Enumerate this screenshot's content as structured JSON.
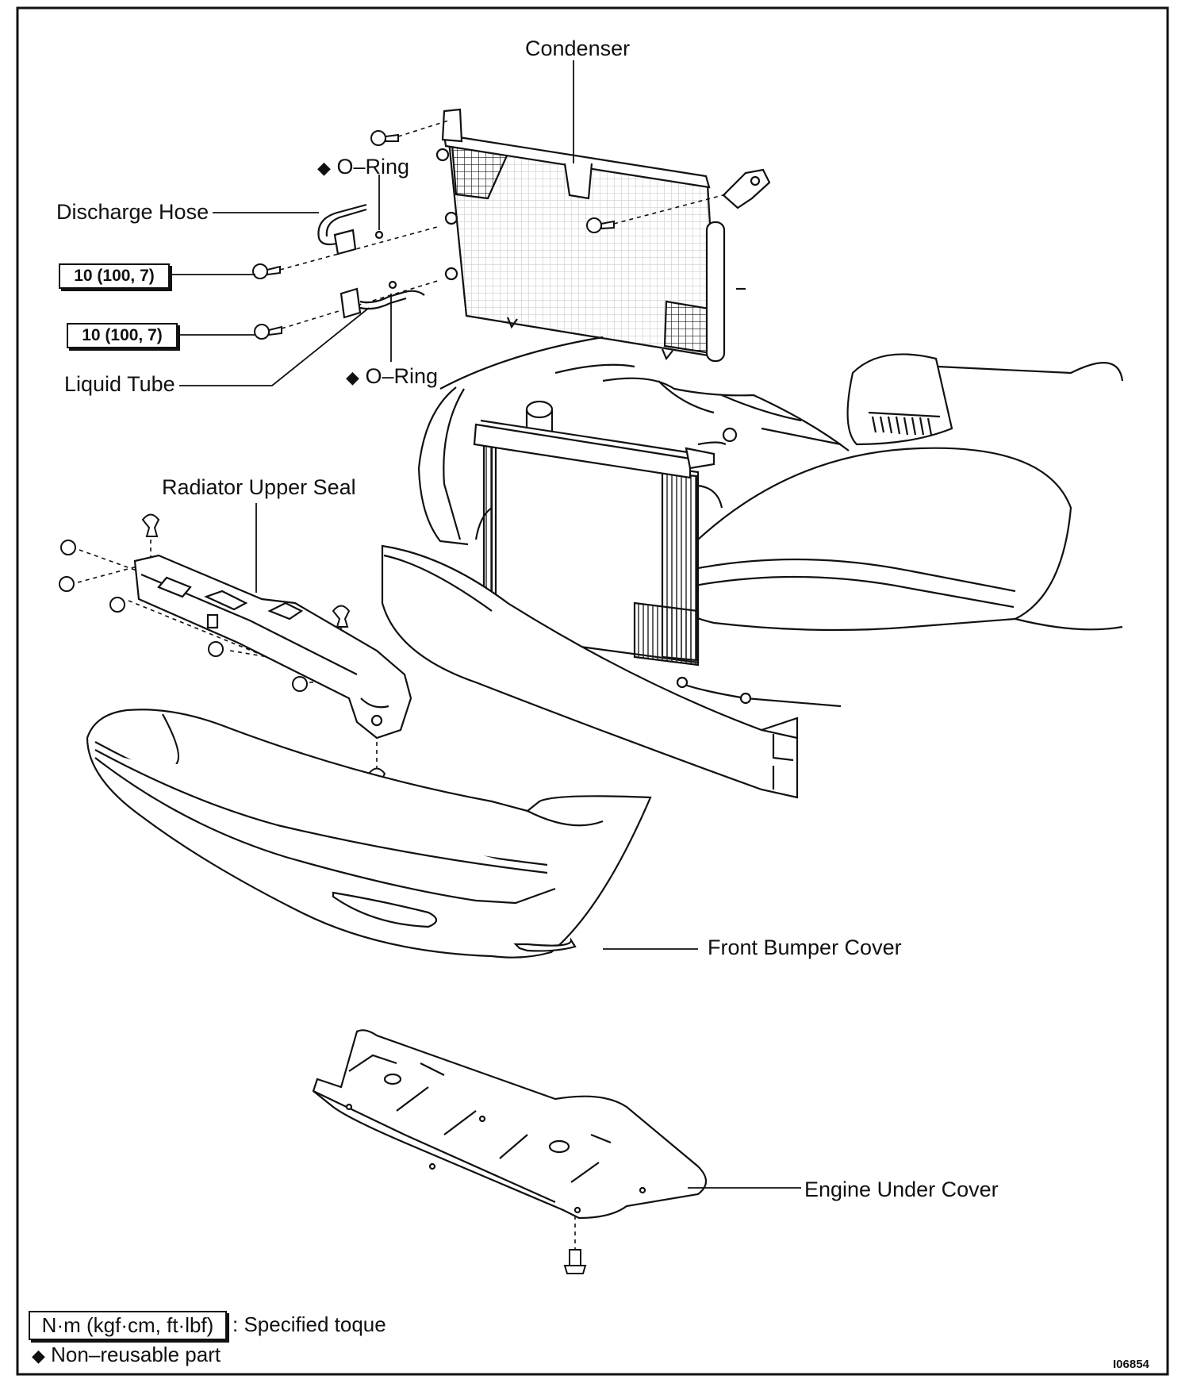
{
  "diagram": {
    "labels": {
      "condenser": "Condenser",
      "o_ring_top": "O–Ring",
      "discharge_hose": "Discharge Hose",
      "torque_1": "10 (100, 7)",
      "torque_2": "10 (100, 7)",
      "liquid_tube": "Liquid Tube",
      "o_ring_bottom": "O–Ring",
      "radiator_upper_seal": "Radiator Upper Seal",
      "front_bumper_cover": "Front Bumper Cover",
      "engine_under_cover": "Engine Under Cover"
    },
    "non_reusable_symbol": "◆",
    "legend": {
      "unit_box": "N·m (kgf·cm, ft·lbf)",
      "unit_desc": ": Specified toque",
      "non_reusable_symbol": "◆",
      "non_reusable_desc": "Non–reusable part"
    },
    "figure_code": "I06854"
  }
}
